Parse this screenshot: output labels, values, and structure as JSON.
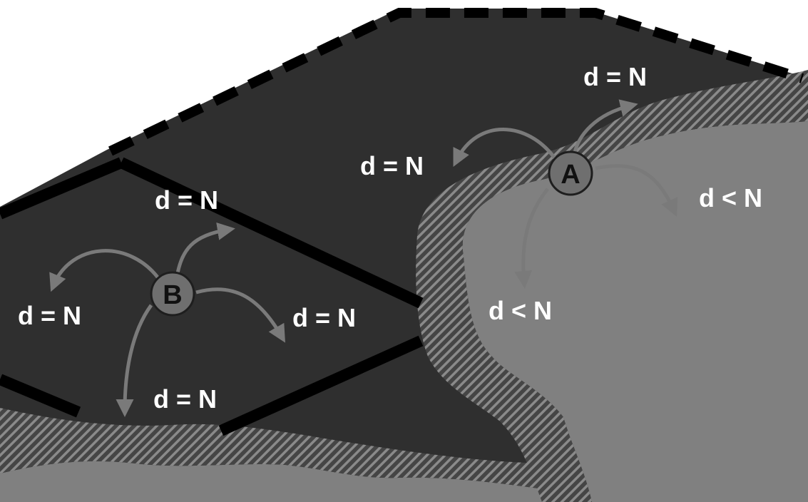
{
  "colors": {
    "background": "#ffffff",
    "dark_region": "#2f2f2f",
    "light_region": "#808080",
    "boundary_line": "#000000",
    "hatch_band": "#5a5a5a",
    "arrow": "#777777",
    "node_fill": "#6f6f6f",
    "label_text": "#ffffff"
  },
  "nodes": {
    "a": {
      "label": "A"
    },
    "b": {
      "label": "B"
    }
  },
  "labels": {
    "a_up_right": "d = N",
    "a_left": "d = N",
    "a_right": "d < N",
    "a_down": "d < N",
    "b_up_right": "d = N",
    "b_left": "d = N",
    "b_right": "d = N",
    "b_down": "d = N"
  }
}
